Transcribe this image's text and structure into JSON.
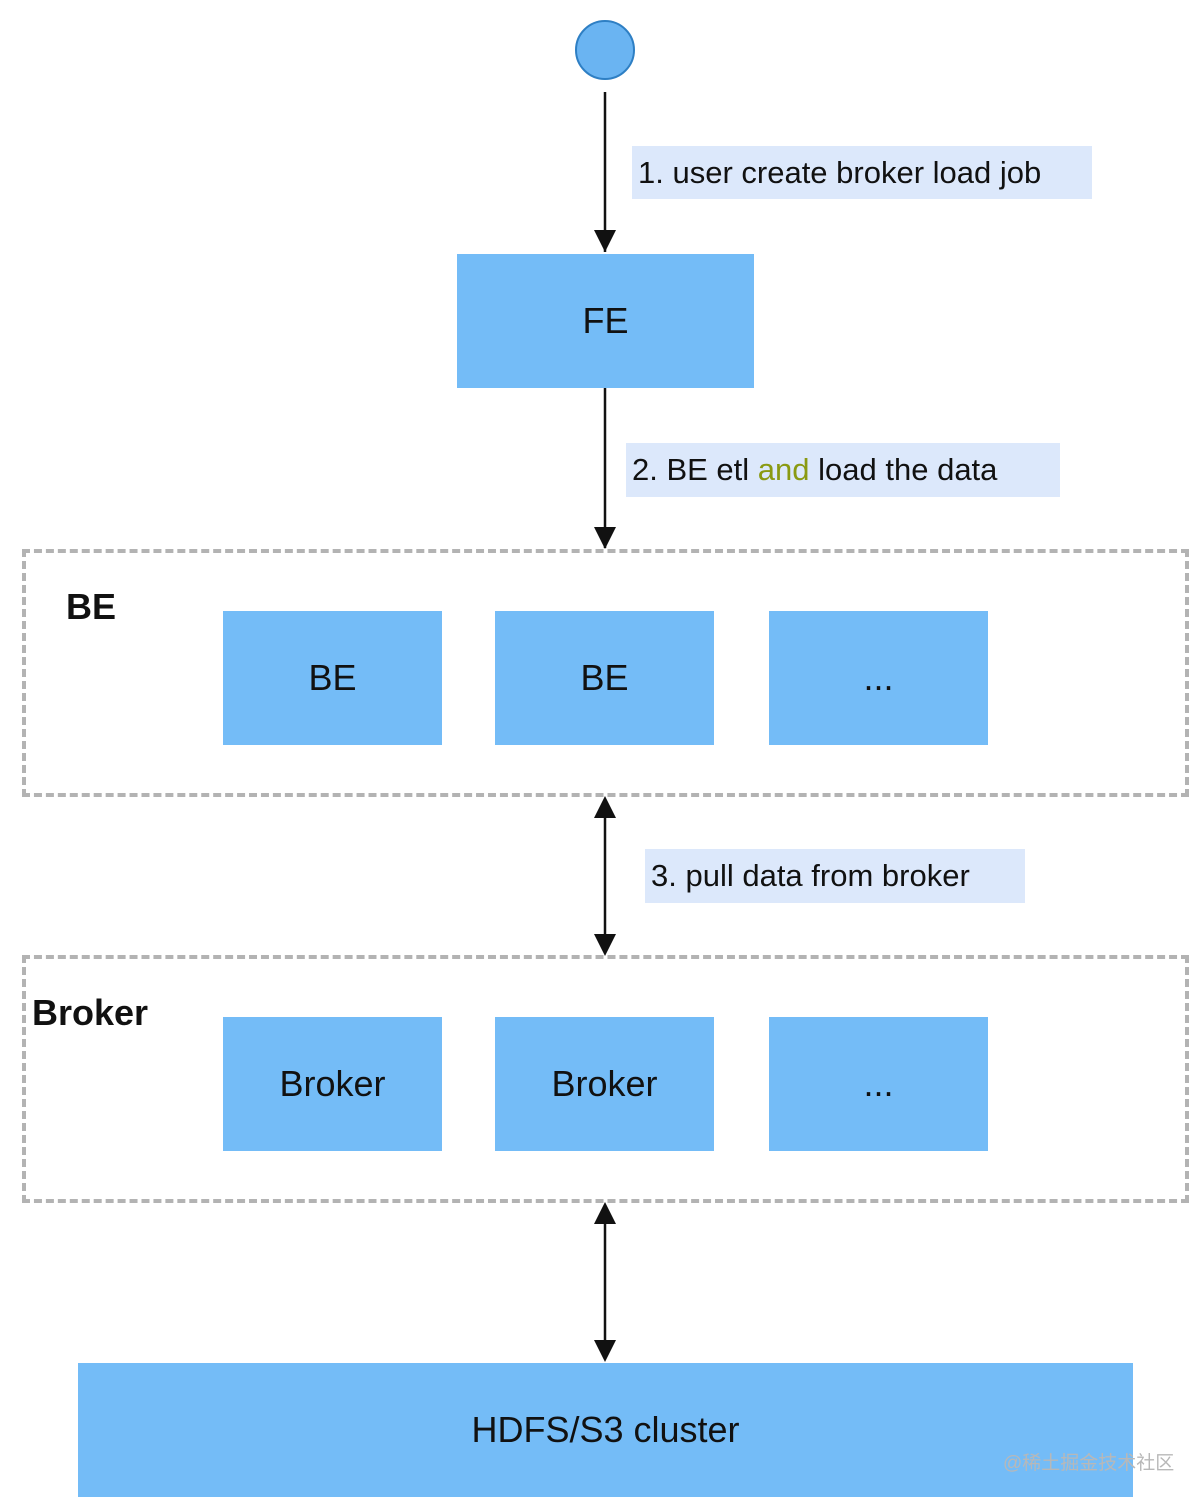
{
  "steps": {
    "step1": "1. user create broker load job",
    "step2_before": "2. BE etl ",
    "step2_highlight": "and",
    "step2_after": " load the data",
    "step3": "3. pull data from broker"
  },
  "nodes": {
    "fe": "FE",
    "be1": "BE",
    "be2": "BE",
    "be3": "...",
    "broker1": "Broker",
    "broker2": "Broker",
    "broker3": "...",
    "storage": "HDFS/S3 cluster"
  },
  "groups": {
    "be_title": "BE",
    "broker_title": "Broker"
  },
  "watermark": "@稀土掘金技术社区",
  "colors": {
    "node_fill": "#74bcf7",
    "label_fill": "#dce8fb",
    "start_fill": "#6ab4f2",
    "highlight": "#8a9a12",
    "group_border": "#b3b3b3"
  }
}
